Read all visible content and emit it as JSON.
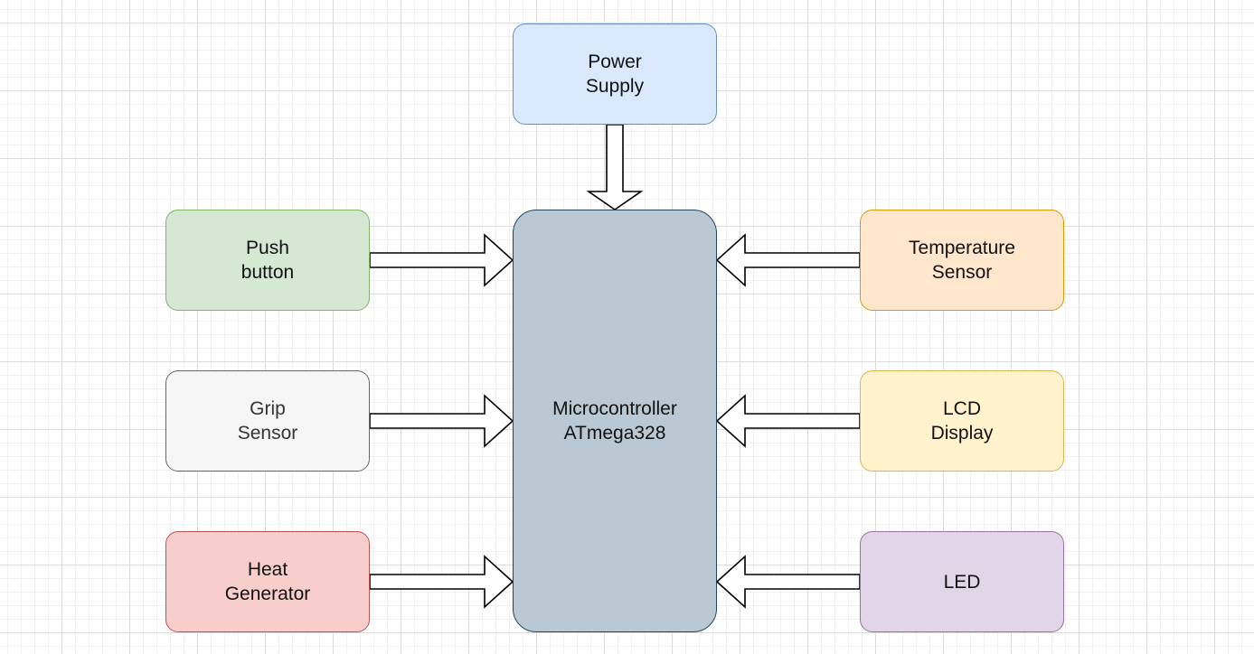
{
  "colors": {
    "power": {
      "fill": "#dae8fc",
      "stroke": "#6c8ebf"
    },
    "push": {
      "fill": "#d5e8d4",
      "stroke": "#82b366"
    },
    "grip": {
      "fill": "#f5f5f5",
      "stroke": "#666666"
    },
    "heat": {
      "fill": "#f8cecc",
      "stroke": "#b85450"
    },
    "temp": {
      "fill": "#ffe6cc",
      "stroke": "#d79b00"
    },
    "lcd": {
      "fill": "#fff2cc",
      "stroke": "#d6b656"
    },
    "led": {
      "fill": "#e1d5e7",
      "stroke": "#9673a6"
    },
    "mcu": {
      "fill": "#bac8d3",
      "stroke": "#23445d"
    },
    "arrow": {
      "fill": "#ffffff",
      "stroke": "#000000"
    }
  },
  "blocks": {
    "power": "Power\nSupply",
    "push": "Push\nbutton",
    "grip": "Grip\nSensor",
    "heat": "Heat\nGenerator",
    "temp": "Temperature\nSensor",
    "lcd": "LCD\nDisplay",
    "led": "LED",
    "mcu": "Microcontroller\nATmega328"
  }
}
